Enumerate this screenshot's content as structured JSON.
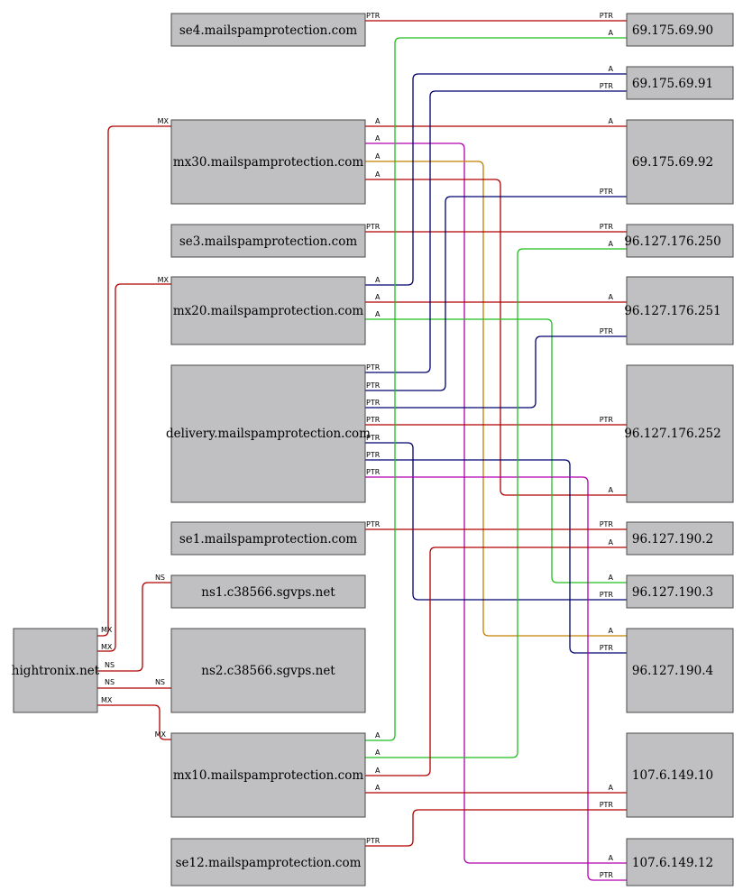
{
  "colors": {
    "red": "#b00000",
    "navy": "#00006e",
    "green": "#1fbf1f",
    "magenta": "#b000b0",
    "orange": "#c08000"
  },
  "nodes": {
    "hightronix": "hightronix.net",
    "se4": "se4.mailspamprotection.com",
    "mx30": "mx30.mailspamprotection.com",
    "se3": "se3.mailspamprotection.com",
    "mx20": "mx20.mailspamprotection.com",
    "delivery": "delivery.mailspamprotection.com",
    "se1": "se1.mailspamprotection.com",
    "ns1": "ns1.c38566.sgvps.net",
    "ns2": "ns2.c38566.sgvps.net",
    "mx10": "mx10.mailspamprotection.com",
    "se12": "se12.mailspamprotection.com",
    "ip_69_175_69_90": "69.175.69.90",
    "ip_69_175_69_91": "69.175.69.91",
    "ip_69_175_69_92": "69.175.69.92",
    "ip_96_127_176_250": "96.127.176.250",
    "ip_96_127_176_251": "96.127.176.251",
    "ip_96_127_176_252": "96.127.176.252",
    "ip_96_127_190_2": "96.127.190.2",
    "ip_96_127_190_3": "96.127.190.3",
    "ip_96_127_190_4": "96.127.190.4",
    "ip_107_6_149_10": "107.6.149.10",
    "ip_107_6_149_12": "107.6.149.12"
  },
  "edges": [
    {
      "from": "hightronix",
      "to": "mx30",
      "label": "MX",
      "color": "red"
    },
    {
      "from": "hightronix",
      "to": "mx20",
      "label": "MX",
      "color": "red"
    },
    {
      "from": "hightronix",
      "to": "ns1",
      "label": "NS",
      "color": "red"
    },
    {
      "from": "hightronix",
      "to": "ns2",
      "label": "NS",
      "color": "red"
    },
    {
      "from": "hightronix",
      "to": "mx10",
      "label": "MX",
      "color": "red"
    },
    {
      "from": "se4",
      "to": "ip_69_175_69_90",
      "label": "PTR",
      "color": "red"
    },
    {
      "from": "mx30",
      "to": "ip_69_175_69_92",
      "label": "A",
      "color": "red"
    },
    {
      "from": "mx30",
      "to": "ip_107_6_149_12",
      "label": "A",
      "color": "magenta"
    },
    {
      "from": "mx30",
      "to": "ip_96_127_190_4",
      "label": "A",
      "color": "orange"
    },
    {
      "from": "mx30",
      "to": "ip_96_127_176_252",
      "label": "A",
      "color": "red"
    },
    {
      "from": "se3",
      "to": "ip_96_127_176_250",
      "label": "PTR",
      "color": "red"
    },
    {
      "from": "mx20",
      "to": "ip_69_175_69_91",
      "label": "A",
      "color": "navy"
    },
    {
      "from": "mx20",
      "to": "ip_96_127_176_251",
      "label": "A",
      "color": "red"
    },
    {
      "from": "mx20",
      "to": "ip_96_127_190_3",
      "label": "A",
      "color": "green"
    },
    {
      "from": "delivery",
      "to": "ip_69_175_69_91",
      "label": "PTR",
      "color": "navy"
    },
    {
      "from": "delivery",
      "to": "ip_69_175_69_92",
      "label": "PTR",
      "color": "navy"
    },
    {
      "from": "delivery",
      "to": "ip_96_127_176_251",
      "label": "PTR",
      "color": "navy"
    },
    {
      "from": "delivery",
      "to": "ip_96_127_176_252",
      "label": "PTR",
      "color": "red"
    },
    {
      "from": "delivery",
      "to": "ip_96_127_190_3",
      "label": "PTR",
      "color": "navy"
    },
    {
      "from": "delivery",
      "to": "ip_96_127_190_4",
      "label": "PTR",
      "color": "navy"
    },
    {
      "from": "delivery",
      "to": "ip_107_6_149_12",
      "label": "PTR",
      "color": "magenta"
    },
    {
      "from": "se1",
      "to": "ip_96_127_190_2",
      "label": "PTR",
      "color": "red"
    },
    {
      "from": "mx10",
      "to": "ip_69_175_69_90",
      "label": "A",
      "color": "green"
    },
    {
      "from": "mx10",
      "to": "ip_96_127_176_250",
      "label": "A",
      "color": "green"
    },
    {
      "from": "mx10",
      "to": "ip_96_127_190_2",
      "label": "A",
      "color": "red"
    },
    {
      "from": "mx10",
      "to": "ip_107_6_149_10",
      "label": "A",
      "color": "red"
    },
    {
      "from": "se12",
      "to": "ip_107_6_149_10",
      "label": "PTR",
      "color": "red"
    }
  ]
}
